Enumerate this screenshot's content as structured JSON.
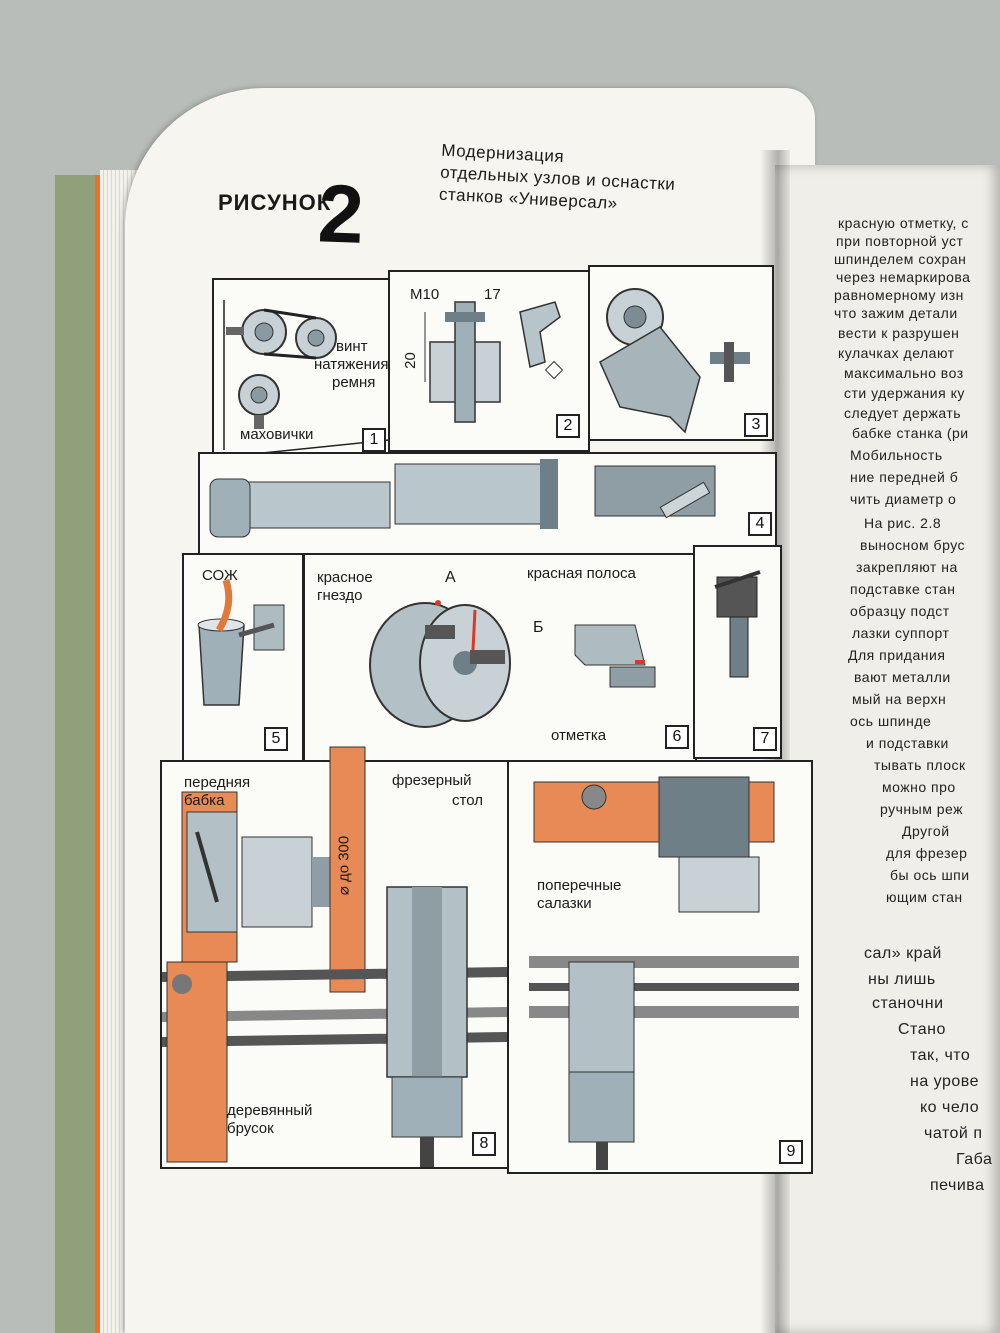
{
  "heading": {
    "figure_word": "РИСУНОК",
    "figure_number": "2",
    "title_lines": [
      "Модернизация",
      "отдельных узлов и оснастки",
      "станков «Универсал»"
    ]
  },
  "panels": [
    {
      "number": "1",
      "labels": [
        "винт",
        "натяжения",
        "ремня",
        "маховички"
      ]
    },
    {
      "number": "2",
      "labels": [
        "M10",
        "17",
        "20"
      ]
    },
    {
      "number": "3",
      "labels": []
    },
    {
      "number": "4",
      "labels": []
    },
    {
      "number": "5",
      "labels": [
        "СОЖ"
      ]
    },
    {
      "number": "6",
      "labels": [
        "красное",
        "гнездо",
        "А",
        "красная полоса",
        "Б",
        "отметка"
      ]
    },
    {
      "number": "7",
      "labels": []
    },
    {
      "number": "8",
      "labels": [
        "передняя",
        "бабка",
        "фрезерный",
        "стол",
        "⌀ до 300",
        "деревянный",
        "брусок"
      ]
    },
    {
      "number": "9",
      "labels": [
        "поперечные",
        "салазки"
      ]
    }
  ],
  "right_page_lines": [
    "красную отметку, с",
    "при повторной уст",
    "шпинделем сохран",
    "через немаркирова",
    "равномерному изн",
    "что зажим детали",
    "вести к разрушен",
    "кулачках делают",
    "максимально воз",
    "сти удержания ку",
    "следует держать",
    "бабке станка (ри",
    "Мобильность",
    "ние передней б",
    "чить диаметр о",
    "На рис. 2.8",
    "выносном брус",
    "закрепляют на",
    "подставке стан",
    "образцу подст",
    "лазки суппорт",
    "Для придания",
    "вают металли",
    "мый на верхн",
    "ось шпинде",
    "и подставки",
    "тывать плоск",
    "можно про",
    "ручным реж",
    "Другой",
    "для фрезер",
    "бы ось шпи",
    "ющим стан",
    "сал» край",
    "ны лишь",
    "станочни",
    "Стано",
    "так, что",
    "на урове",
    "ко чело",
    "чатой п",
    "Габа",
    "печива"
  ],
  "colors": {
    "accent_orange": "#e07a3c",
    "metal": "#9fb0b8",
    "wood": "#e88a55",
    "red": "#d83a2a"
  }
}
